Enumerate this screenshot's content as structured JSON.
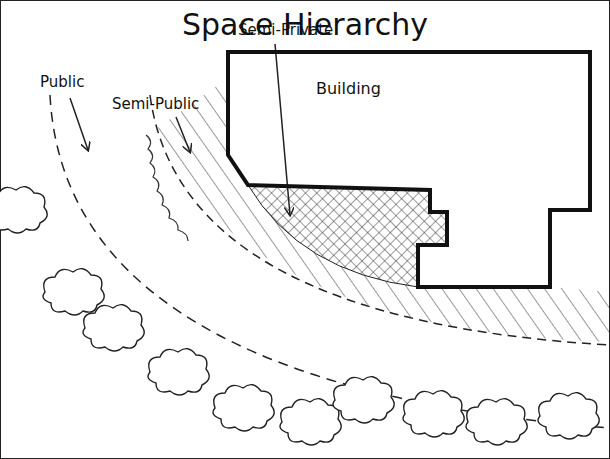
{
  "diagram": {
    "title": "Space Hierarchy",
    "nodes": [
      {
        "text": [
          "Building"
        ]
      }
    ],
    "labels": [
      "Public",
      "Semi-Public",
      "Semi-Private"
    ]
  }
}
